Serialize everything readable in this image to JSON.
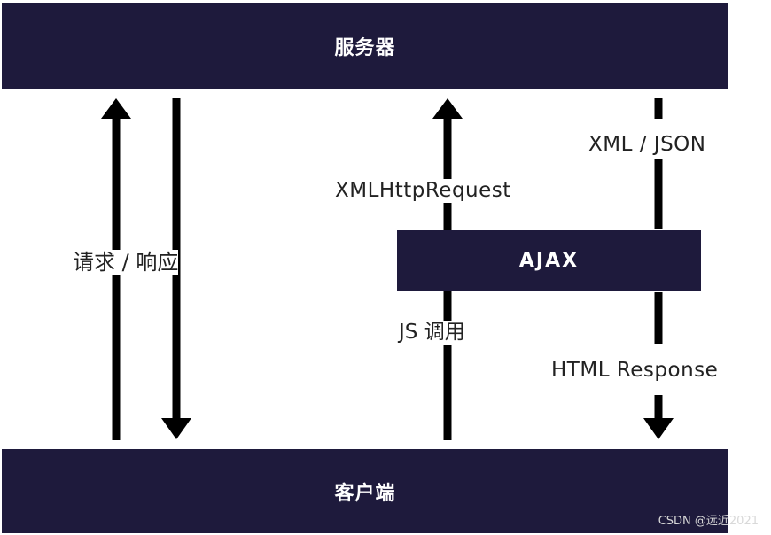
{
  "server": {
    "label": "服务器"
  },
  "client": {
    "label": "客户端"
  },
  "ajax": {
    "label": "AJAX"
  },
  "labels": {
    "request_response": "请求 / 响应",
    "xhr": "XMLHttpRequest",
    "js_call": "JS 调用",
    "xml_json": "XML / JSON",
    "html_response": "HTML Response"
  },
  "watermark": "CSDN @远近2021",
  "colors": {
    "bar_fill": "#1e1a3c",
    "bar_text": "#ffffff",
    "arrow": "#000000",
    "label_text": "#222222",
    "background": "#ffffff"
  }
}
